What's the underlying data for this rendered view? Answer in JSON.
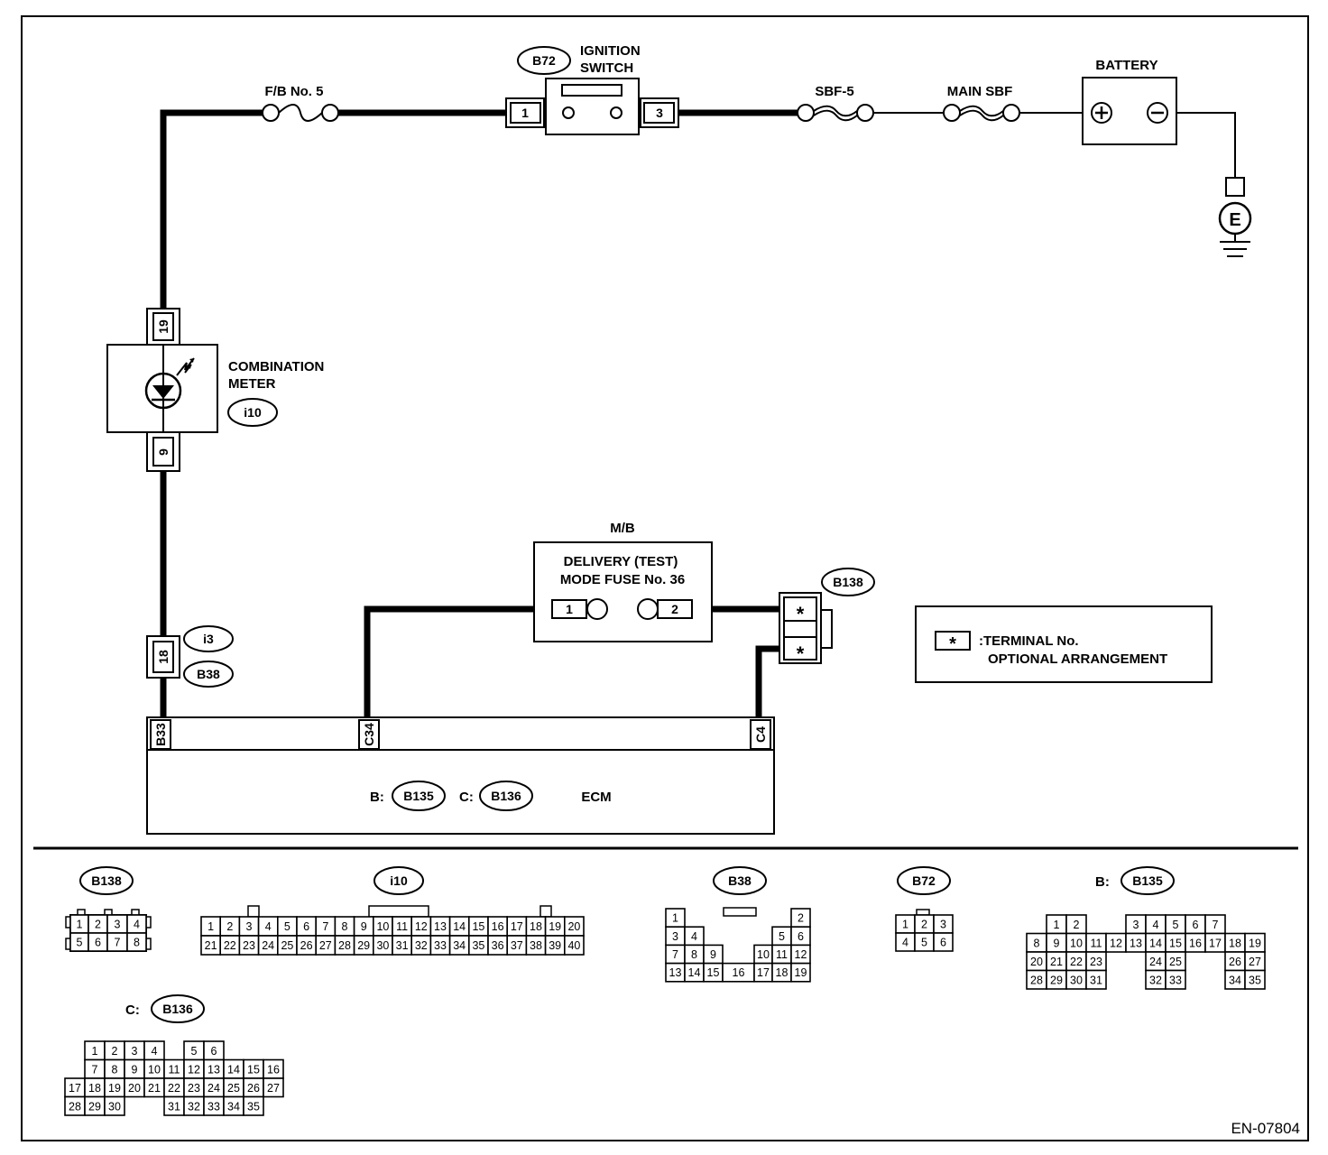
{
  "labels": {
    "fb5": "F/B No. 5",
    "ign_ref": "B72",
    "ign_l1": "IGNITION",
    "ign_l2": "SWITCH",
    "ign_t1": "1",
    "ign_t3": "3",
    "sbf5": "SBF-5",
    "main_sbf": "MAIN SBF",
    "battery": "BATTERY",
    "ground": "E",
    "meter_t19": "19",
    "meter_t9": "9",
    "meter_l1": "COMBINATION",
    "meter_l2": "METER",
    "meter_ref": "i10",
    "mb": "M/B",
    "fuse_l1": "DELIVERY (TEST)",
    "fuse_l2": "MODE FUSE No. 36",
    "fuse_t1": "1",
    "fuse_t2": "2",
    "b138_ref": "B138",
    "b138_t1": "*",
    "b138_t2": "*",
    "i3_ref": "i3",
    "b38_ref": "B38",
    "conn_t18": "18",
    "legend_sym": "*",
    "legend_l1": ":TERMINAL No.",
    "legend_l2": "OPTIONAL ARRANGEMENT",
    "ecm_b33": "B33",
    "ecm_c34": "C34",
    "ecm_c4": "C4",
    "ecm_b_prefix": "B:",
    "ecm_b_ref": "B135",
    "ecm_c_prefix": "C:",
    "ecm_c_ref": "B136",
    "ecm": "ECM",
    "footer": "EN-07804"
  },
  "connectors": {
    "b138": {
      "ref": "B138",
      "rows": [
        [
          "1",
          "2",
          "3",
          "4"
        ],
        [
          "5",
          "6",
          "7",
          "8"
        ]
      ]
    },
    "i10": {
      "ref": "i10",
      "rows": [
        [
          "1",
          "2",
          "3",
          "4",
          "5",
          "6",
          "7",
          "8",
          "9",
          "10",
          "11",
          "12",
          "13",
          "14",
          "15",
          "16",
          "17",
          "18",
          "19",
          "20"
        ],
        [
          "21",
          "22",
          "23",
          "24",
          "25",
          "26",
          "27",
          "28",
          "29",
          "30",
          "31",
          "32",
          "33",
          "34",
          "35",
          "36",
          "37",
          "38",
          "39",
          "40"
        ]
      ]
    },
    "b38": {
      "ref": "B38",
      "rows": [
        [
          "1",
          "",
          "",
          "",
          "",
          "",
          "2"
        ],
        [
          "3",
          "4",
          "",
          "",
          "",
          "5",
          "6"
        ],
        [
          "7",
          "8",
          "9",
          "",
          "10",
          "11",
          "12"
        ],
        [
          "13",
          "14",
          "15",
          "16",
          "17",
          "18",
          "19"
        ]
      ]
    },
    "b72": {
      "ref": "B72",
      "rows": [
        [
          "1",
          "2",
          "3"
        ],
        [
          "4",
          "5",
          "6"
        ]
      ]
    },
    "b135": {
      "prefix": "B:",
      "ref": "B135",
      "rows": [
        [
          "",
          "1",
          "2",
          "",
          "",
          "3",
          "4",
          "5",
          "6",
          "7"
        ],
        [
          "8",
          "9",
          "10",
          "11",
          "12",
          "13",
          "14",
          "15",
          "16",
          "17",
          "18",
          "19"
        ],
        [
          "20",
          "21",
          "22",
          "23",
          "",
          "",
          "24",
          "25",
          "",
          "",
          "26",
          "27"
        ],
        [
          "28",
          "29",
          "30",
          "31",
          "",
          "",
          "32",
          "33",
          "",
          "",
          "34",
          "35"
        ]
      ]
    },
    "b136": {
      "prefix": "C:",
      "ref": "B136",
      "rows": [
        [
          "",
          "1",
          "2",
          "3",
          "4",
          "",
          "5",
          "6"
        ],
        [
          "",
          "7",
          "8",
          "9",
          "10",
          "11",
          "12",
          "13",
          "14",
          "15",
          "16"
        ],
        [
          "17",
          "18",
          "19",
          "20",
          "21",
          "22",
          "23",
          "24",
          "25",
          "26",
          "27"
        ],
        [
          "28",
          "29",
          "30",
          "",
          "",
          "31",
          "32",
          "33",
          "34",
          "35"
        ]
      ]
    }
  }
}
